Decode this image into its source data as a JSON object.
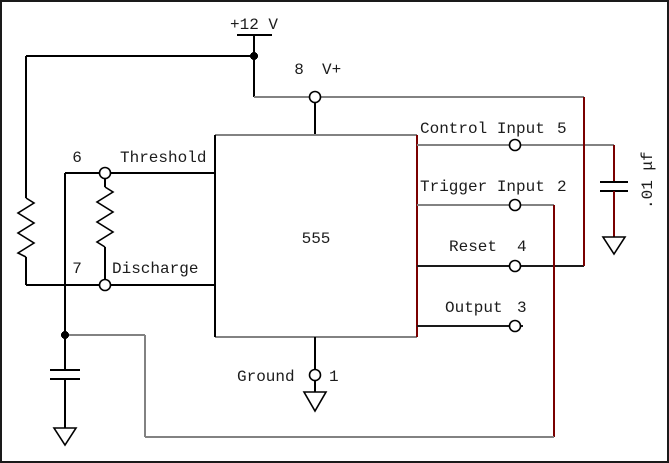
{
  "diagram": {
    "kind": "circuit-schematic",
    "chip": {
      "label": "555"
    },
    "power": {
      "label": "+12 V"
    },
    "pins": {
      "vplus": {
        "number": "8",
        "name": "V+"
      },
      "threshold": {
        "number": "6",
        "name": "Threshold"
      },
      "discharge": {
        "number": "7",
        "name": "Discharge"
      },
      "control": {
        "number": "5",
        "name": "Control Input"
      },
      "trigger": {
        "number": "2",
        "name": "Trigger Input"
      },
      "reset": {
        "number": "4",
        "name": "Reset"
      },
      "output": {
        "number": "3",
        "name": "Output"
      },
      "ground": {
        "number": "1",
        "name": "Ground"
      }
    },
    "components": {
      "bypass_capacitor": {
        "value": ".01 μf"
      },
      "timing_resistor_r1": {
        "value": ""
      },
      "timing_resistor_r2": {
        "value": ""
      },
      "timing_capacitor": {
        "value": ""
      }
    },
    "colors": {
      "wire_gray": "#828282",
      "wire_maroon": "#7a0000",
      "wire_black": "#000000",
      "text": "#1c1c1c",
      "background": "#ffffff"
    }
  }
}
